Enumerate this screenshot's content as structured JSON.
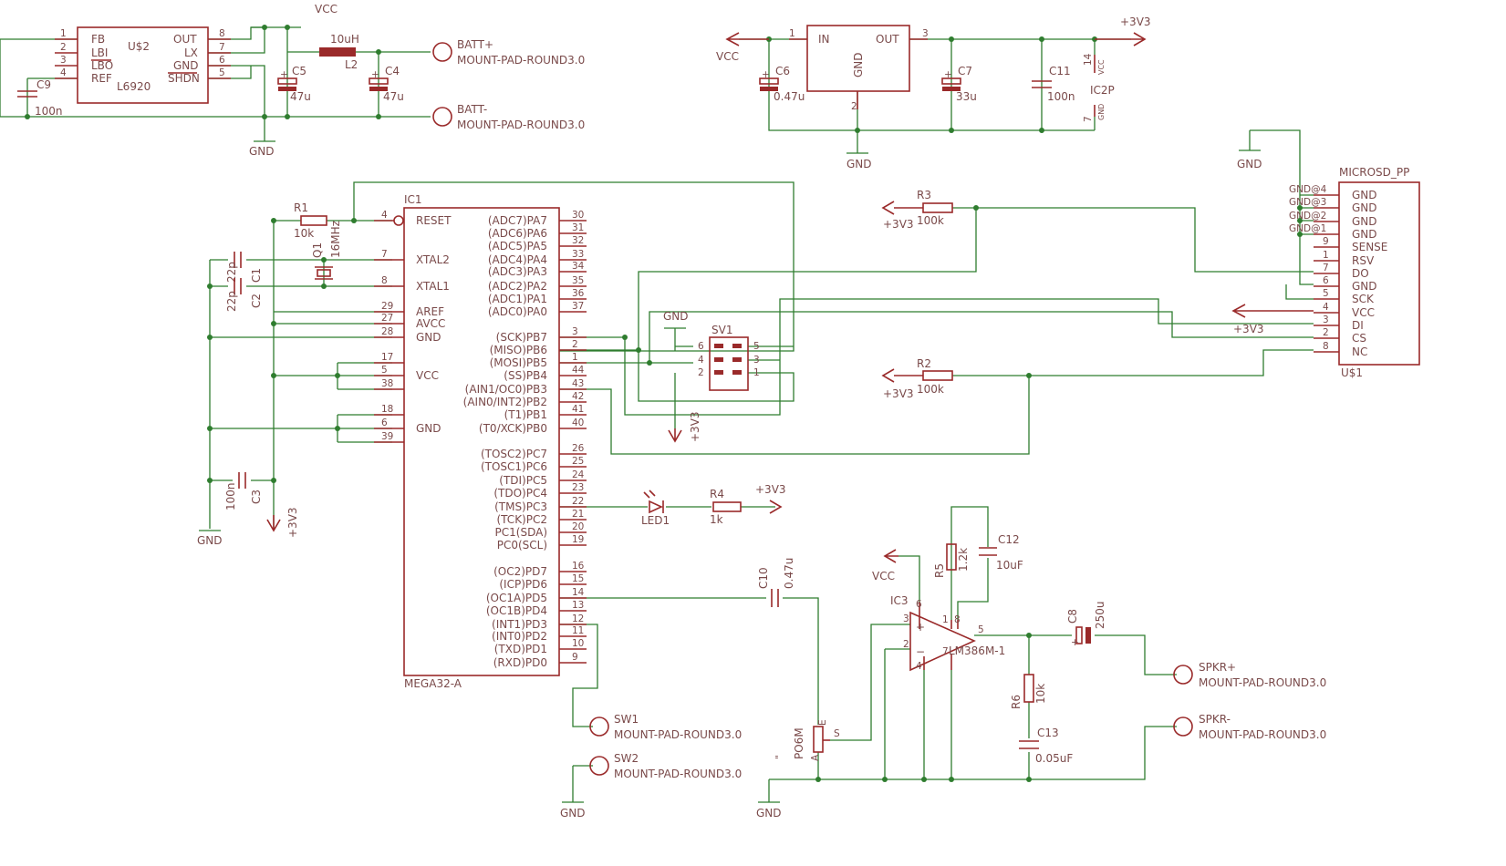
{
  "u2": {
    "name": "U$2",
    "value": "L6920",
    "pins_left": [
      "FB",
      "LBI",
      "LBO",
      "REF"
    ],
    "pins_right": [
      "OUT",
      "LX",
      "GND",
      "SHDN"
    ],
    "nums_left": [
      "1",
      "2",
      "3",
      "4"
    ],
    "nums_right": [
      "8",
      "7",
      "6",
      "5"
    ]
  },
  "ic2p": {
    "name": "IC2P",
    "vcc": "VCC",
    "gnd": "GND",
    "p14": "14",
    "p7": "7"
  },
  "reg": {
    "in": "IN",
    "out": "OUT",
    "gnd": "GND",
    "p1": "1",
    "p2": "2",
    "p3": "3"
  },
  "ic1": {
    "name": "IC1",
    "value": "MEGA32-A",
    "left": [
      [
        "RESET",
        "4"
      ],
      [
        "XTAL2",
        "7"
      ],
      [
        "XTAL1",
        "8"
      ],
      [
        "AREF",
        "29"
      ],
      [
        "AVCC",
        "27"
      ],
      [
        "GND",
        "28"
      ],
      [
        "17",
        ""
      ],
      [
        "VCC",
        "5"
      ],
      [
        "38",
        ""
      ],
      [
        "18",
        ""
      ],
      [
        "GND",
        "6"
      ],
      [
        "39",
        ""
      ]
    ],
    "right": [
      [
        "(ADC7)PA7",
        "30"
      ],
      [
        "(ADC6)PA6",
        "31"
      ],
      [
        "(ADC5)PA5",
        "32"
      ],
      [
        "(ADC4)PA4",
        "33"
      ],
      [
        "(ADC3)PA3",
        "34"
      ],
      [
        "(ADC2)PA2",
        "35"
      ],
      [
        "(ADC1)PA1",
        "36"
      ],
      [
        "(ADC0)PA0",
        "37"
      ],
      [
        "(SCK)PB7",
        "3"
      ],
      [
        "(MISO)PB6",
        "2"
      ],
      [
        "(MOSI)PB5",
        "1"
      ],
      [
        "(SS)PB4",
        "44"
      ],
      [
        "(AIN1/OC0)PB3",
        "43"
      ],
      [
        "(AIN0/INT2)PB2",
        "42"
      ],
      [
        "(T1)PB1",
        "41"
      ],
      [
        "(T0/XCK)PB0",
        "40"
      ],
      [
        "(TOSC2)PC7",
        "26"
      ],
      [
        "(TOSC1)PC6",
        "25"
      ],
      [
        "(TDI)PC5",
        "24"
      ],
      [
        "(TDO)PC4",
        "23"
      ],
      [
        "(TMS)PC3",
        "22"
      ],
      [
        "(TCK)PC2",
        "21"
      ],
      [
        "PC1(SDA)",
        "20"
      ],
      [
        "PC0(SCL)",
        "19"
      ],
      [
        "(OC2)PD7",
        "16"
      ],
      [
        "(ICP)PD6",
        "15"
      ],
      [
        "(OC1A)PD5",
        "14"
      ],
      [
        "(OC1B)PD4",
        "13"
      ],
      [
        "(INT1)PD3",
        "12"
      ],
      [
        "(INT0)PD2",
        "11"
      ],
      [
        "(TXD)PD1",
        "10"
      ],
      [
        "(RXD)PD0",
        "9"
      ]
    ]
  },
  "microsd": {
    "name": "MICROSD_PP",
    "ref": "U$1",
    "rows": [
      [
        "GND@4",
        "",
        "GND"
      ],
      [
        "GND@3",
        "",
        "GND"
      ],
      [
        "GND@2",
        "",
        "GND"
      ],
      [
        "GND@1",
        "",
        "GND"
      ],
      [
        "",
        "9",
        "SENSE"
      ],
      [
        "",
        "1",
        "RSV"
      ],
      [
        "",
        "7",
        "DO"
      ],
      [
        "",
        "6",
        "GND"
      ],
      [
        "",
        "5",
        "SCK"
      ],
      [
        "",
        "4",
        "VCC"
      ],
      [
        "",
        "3",
        "DI"
      ],
      [
        "",
        "2",
        "CS"
      ],
      [
        "",
        "8",
        "NC"
      ]
    ]
  },
  "sv1": {
    "name": "SV1",
    "pins": [
      "6",
      "5",
      "4",
      "3",
      "2",
      "1"
    ]
  },
  "ic3": {
    "name": "IC3",
    "value": "LM386M-1",
    "pins": [
      "3",
      "2",
      "6",
      "4",
      "1",
      "8",
      "7",
      "5"
    ],
    "plus": "+",
    "minus": "−"
  },
  "parts": {
    "c9": [
      "C9",
      "100n"
    ],
    "c5": [
      "C5",
      "47u"
    ],
    "c4": [
      "C4",
      "47u"
    ],
    "l2": [
      "L2",
      "10uH"
    ],
    "c6": [
      "C6",
      "0.47u"
    ],
    "c7": [
      "C7",
      "33u"
    ],
    "c11": [
      "C11",
      "100n"
    ],
    "r1": [
      "R1",
      "10k"
    ],
    "q1": [
      "Q1",
      "16MHz"
    ],
    "c1": [
      "C1",
      "22p"
    ],
    "c2": [
      "C2",
      "22p"
    ],
    "c3": [
      "C3",
      "100n"
    ],
    "r3": [
      "R3",
      "100k"
    ],
    "r2": [
      "R2",
      "100k"
    ],
    "r4": [
      "R4",
      "1k"
    ],
    "led1": [
      "LED1",
      ""
    ],
    "c10": [
      "C10",
      "0.47u"
    ],
    "r5": [
      "R5",
      "1.2k"
    ],
    "c12": [
      "C12",
      "10uF"
    ],
    "c8": [
      "C8",
      "250u"
    ],
    "r6": [
      "R6",
      "10k"
    ],
    "c13": [
      "C13",
      "0.05uF"
    ],
    "pot": [
      "PO6M",
      "\""
    ],
    "pot_pins": [
      "A",
      "E",
      "S"
    ]
  },
  "pads": {
    "batt_p": [
      "BATT+",
      "MOUNT-PAD-ROUND3.0"
    ],
    "batt_n": [
      "BATT-",
      "MOUNT-PAD-ROUND3.0"
    ],
    "sw1": [
      "SW1",
      "MOUNT-PAD-ROUND3.0"
    ],
    "sw2": [
      "SW2",
      "MOUNT-PAD-ROUND3.0"
    ],
    "spkr_p": [
      "SPKR+",
      "MOUNT-PAD-ROUND3.0"
    ],
    "spkr_n": [
      "SPKR-",
      "MOUNT-PAD-ROUND3.0"
    ]
  },
  "nets": {
    "vcc": "VCC",
    "gnd": "GND",
    "v33": "+3V3"
  }
}
